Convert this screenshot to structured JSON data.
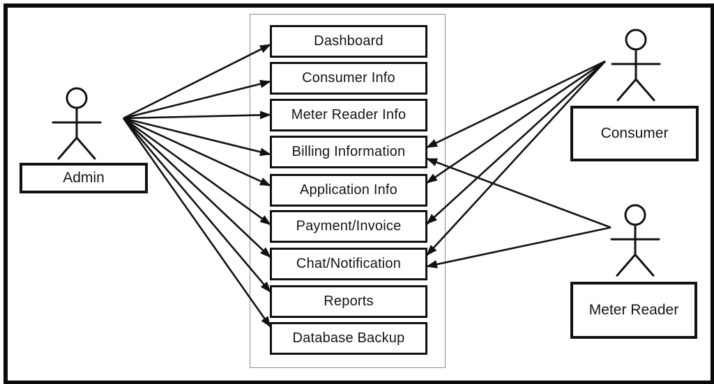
{
  "actors": [
    {
      "id": "admin",
      "label": "Admin"
    },
    {
      "id": "consumer",
      "label": "Consumer"
    },
    {
      "id": "meter-reader",
      "label": "Meter Reader"
    }
  ],
  "system": {
    "use_cases": [
      {
        "id": "dashboard",
        "label": "Dashboard"
      },
      {
        "id": "consumer-info",
        "label": "Consumer Info"
      },
      {
        "id": "meter-reader-info",
        "label": "Meter Reader Info"
      },
      {
        "id": "billing-information",
        "label": "Billing Information"
      },
      {
        "id": "application-info",
        "label": "Application Info"
      },
      {
        "id": "payment-invoice",
        "label": "Payment/Invoice"
      },
      {
        "id": "chat-notification",
        "label": "Chat/Notification"
      },
      {
        "id": "reports",
        "label": "Reports"
      },
      {
        "id": "database-backup",
        "label": "Database Backup"
      }
    ]
  },
  "connections": [
    {
      "from": "admin",
      "to": "dashboard"
    },
    {
      "from": "admin",
      "to": "consumer-info"
    },
    {
      "from": "admin",
      "to": "meter-reader-info"
    },
    {
      "from": "admin",
      "to": "billing-information"
    },
    {
      "from": "admin",
      "to": "application-info"
    },
    {
      "from": "admin",
      "to": "payment-invoice"
    },
    {
      "from": "admin",
      "to": "chat-notification"
    },
    {
      "from": "admin",
      "to": "reports"
    },
    {
      "from": "admin",
      "to": "database-backup"
    },
    {
      "from": "consumer",
      "to": "billing-information"
    },
    {
      "from": "consumer",
      "to": "application-info"
    },
    {
      "from": "consumer",
      "to": "payment-invoice"
    },
    {
      "from": "consumer",
      "to": "chat-notification"
    },
    {
      "from": "meter-reader",
      "to": "billing-information"
    },
    {
      "from": "meter-reader",
      "to": "chat-notification"
    }
  ],
  "colors": {
    "line": "#111111",
    "box_border": "#111111",
    "boundary_border": "#8a8a8a",
    "background": "#ffffff"
  }
}
